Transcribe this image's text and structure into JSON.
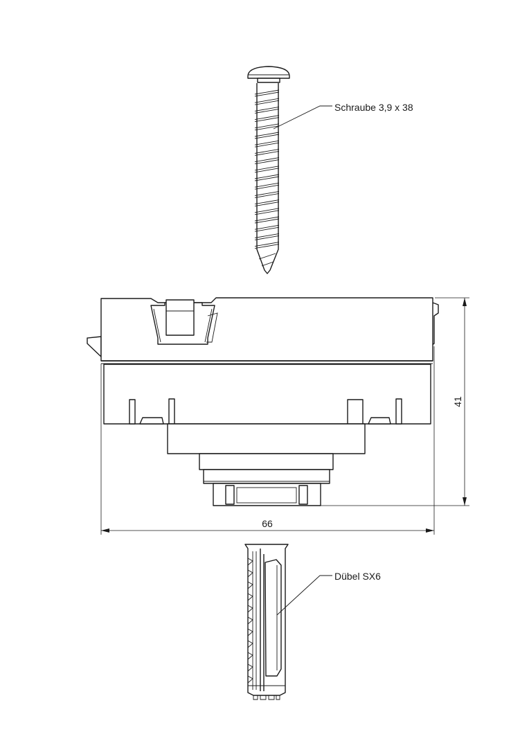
{
  "labels": {
    "screw": "Schraube 3,9 x 38",
    "dowel": "Dübel SX6"
  },
  "dimensions": {
    "width": "66",
    "height": "41"
  }
}
